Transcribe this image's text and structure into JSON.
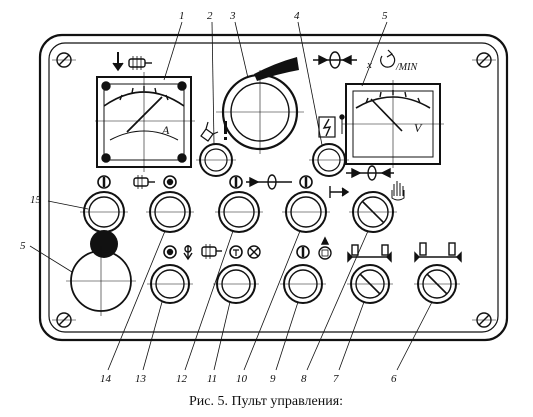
{
  "callouts": {
    "top": [
      "1",
      "2",
      "3",
      "4",
      "5"
    ],
    "left": [
      "15",
      "5"
    ],
    "bottom": [
      "14",
      "13",
      "12",
      "11",
      "10",
      "9",
      "8",
      "7",
      "6"
    ]
  },
  "ammeter_unit": "A",
  "voltmeter_unit": "V",
  "speed_label": "x",
  "speed_unit": "/MIN",
  "caption": "Рис. 5. Пульт управления:",
  "colors": {
    "ink": "#111111",
    "paper": "#ffffff"
  }
}
